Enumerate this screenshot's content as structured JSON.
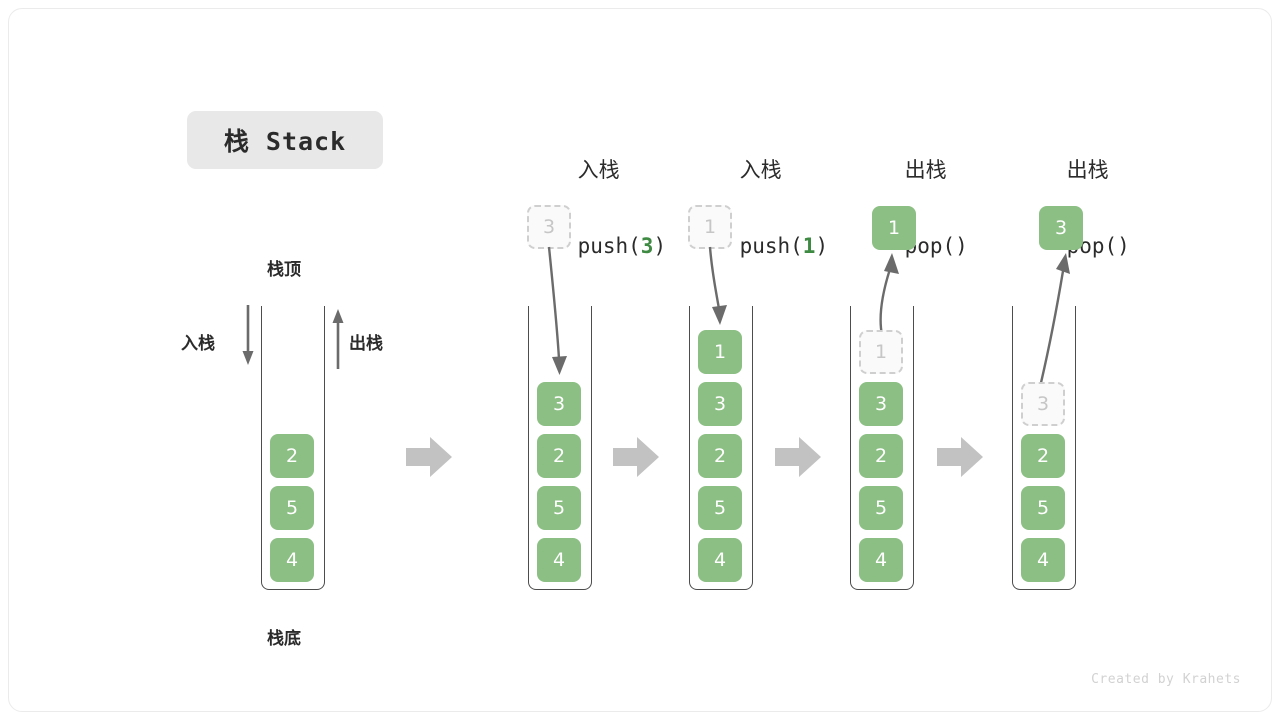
{
  "title": {
    "label": "栈 Stack"
  },
  "colors": {
    "cell_fill": "#8cbf84",
    "cell_text": "#ffffff",
    "ghost_fill": "#fafafa",
    "ghost_border": "#cfcfcf",
    "ghost_text": "#c6c6c6",
    "accent_number": "#3f8a43",
    "arrow_gray": "#6b6b6b",
    "step_arrow_gray": "#c2c2c2",
    "chip_bg": "#e8e8e8",
    "text": "#2b2b2b",
    "watermark": "#d2d2d2",
    "card_border": "#ebebeb"
  },
  "annotations": {
    "top_label": "栈顶",
    "bottom_label": "栈底",
    "push_side_label": "入栈",
    "pop_side_label": "出栈"
  },
  "stages": [
    {
      "name": "initial",
      "header_cjk": "",
      "header_code_prefix": "",
      "header_code_number": "",
      "header_code_suffix": "",
      "floating": null,
      "ghost_top": null,
      "cells": [
        "2",
        "5",
        "4"
      ]
    },
    {
      "name": "push-3",
      "header_cjk": "入栈",
      "header_code_prefix": "push(",
      "header_code_number": "3",
      "header_code_suffix": ")",
      "floating": {
        "value": "3",
        "style": "ghost"
      },
      "ghost_top": null,
      "cells": [
        "3",
        "2",
        "5",
        "4"
      ]
    },
    {
      "name": "push-1",
      "header_cjk": "入栈",
      "header_code_prefix": "push(",
      "header_code_number": "1",
      "header_code_suffix": ")",
      "floating": {
        "value": "1",
        "style": "ghost"
      },
      "ghost_top": null,
      "cells": [
        "1",
        "3",
        "2",
        "5",
        "4"
      ]
    },
    {
      "name": "pop-1",
      "header_cjk": "出栈",
      "header_code_prefix": "pop(",
      "header_code_number": "",
      "header_code_suffix": ")",
      "floating": {
        "value": "1",
        "style": "solid"
      },
      "ghost_top": "1",
      "cells": [
        "3",
        "2",
        "5",
        "4"
      ]
    },
    {
      "name": "pop-3",
      "header_cjk": "出栈",
      "header_code_prefix": "pop(",
      "header_code_number": "",
      "header_code_suffix": ")",
      "floating": {
        "value": "3",
        "style": "solid"
      },
      "ghost_top": "3",
      "cells": [
        "2",
        "5",
        "4"
      ]
    }
  ],
  "watermark": "Created by Krahets"
}
